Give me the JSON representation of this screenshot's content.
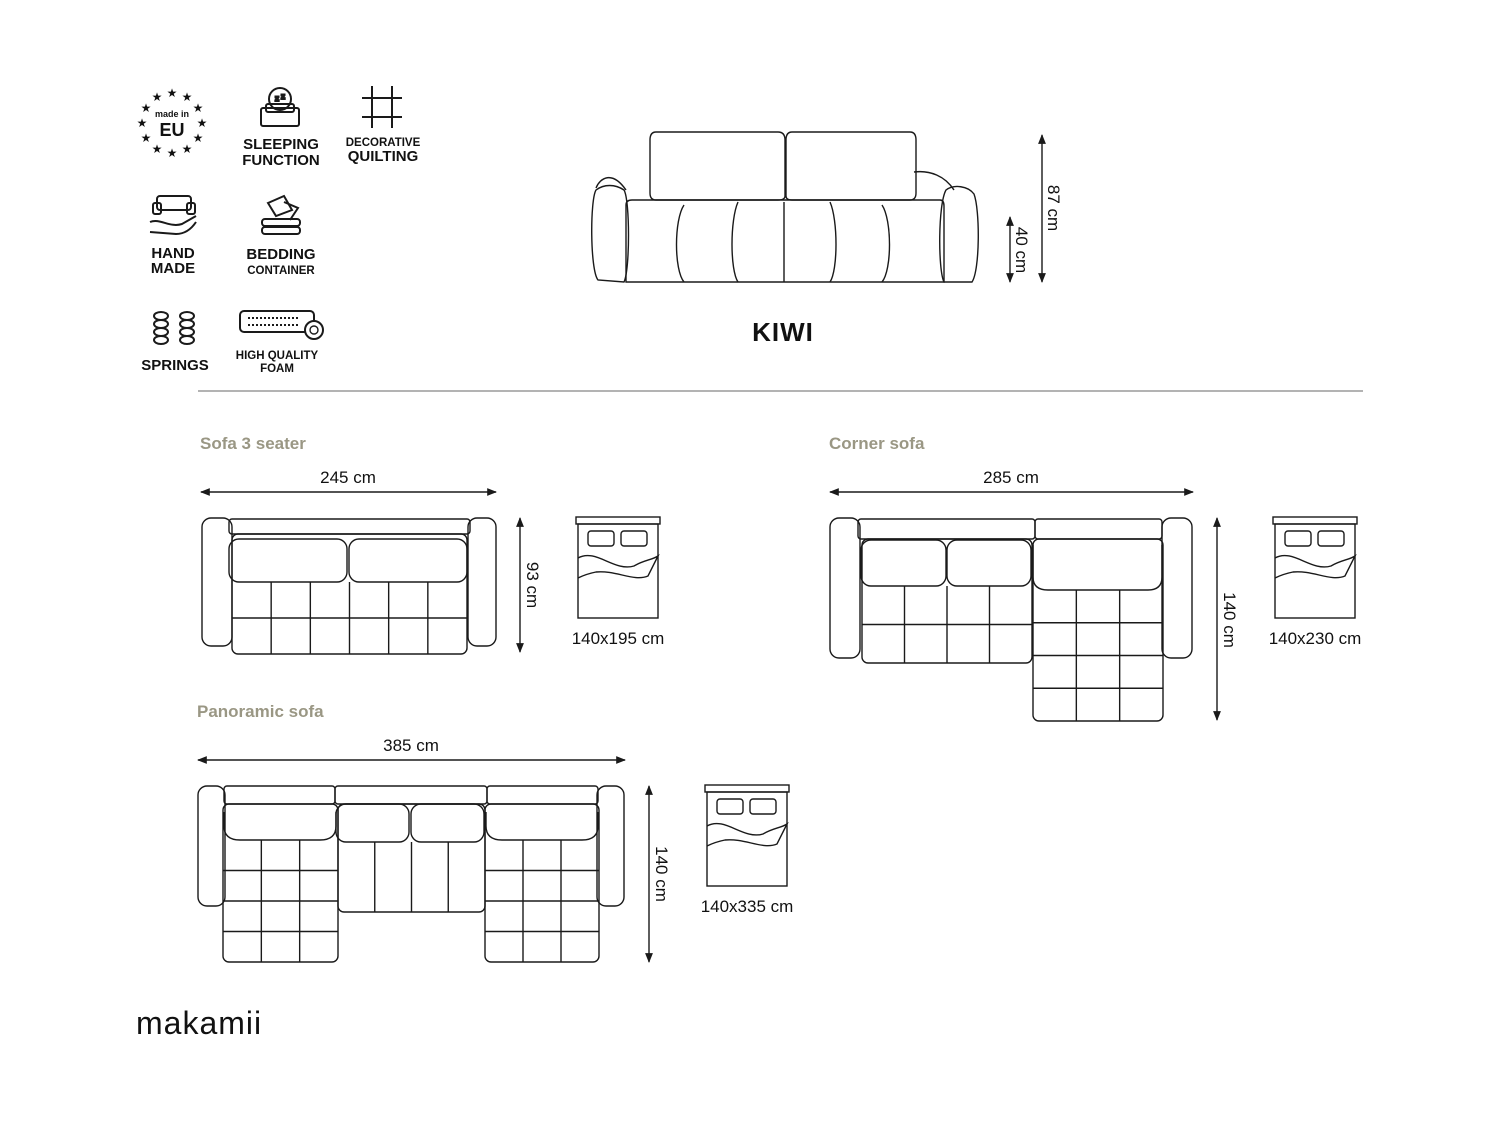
{
  "features": [
    {
      "name": "made-in-eu",
      "icon": "eu-stars-icon",
      "small": "made in",
      "big": "EU"
    },
    {
      "name": "sleeping-function",
      "icon": "sleeping-person-icon",
      "lines": [
        "SLEEPING",
        "FUNCTION"
      ]
    },
    {
      "name": "decorative-quilting",
      "icon": "quilting-stitch-icon",
      "lines": [
        "DECORATIVE",
        "QUILTING"
      ]
    },
    {
      "name": "hand-made",
      "icon": "hand-sofa-icon",
      "lines": [
        "HAND",
        "MADE"
      ]
    },
    {
      "name": "bedding-container",
      "icon": "bedding-stack-icon",
      "lines": [
        "BEDDING",
        "CONTAINER"
      ]
    },
    {
      "name": "springs",
      "icon": "springs-icon",
      "lines": [
        "SPRINGS"
      ]
    },
    {
      "name": "high-quality-foam",
      "icon": "foam-badge-icon",
      "lines": [
        "HIGH QUALITY",
        "FOAM"
      ]
    }
  ],
  "product": {
    "name": "KIWI",
    "total_height": "87 cm",
    "seat_height": "40 cm"
  },
  "variants": {
    "three_seater": {
      "label": "Sofa 3 seater",
      "width": "245 cm",
      "depth": "93 cm",
      "bed": "140x195 cm"
    },
    "corner": {
      "label": "Corner sofa",
      "width": "285 cm",
      "depth": "140 cm",
      "bed": "140x230 cm"
    },
    "panoramic": {
      "label": "Panoramic sofa",
      "width": "385 cm",
      "depth": "140 cm",
      "bed": "140x335 cm"
    }
  },
  "brand": {
    "logo": "makamii"
  },
  "colors": {
    "line": "#1a1a1a",
    "section_label": "#9a9784",
    "divider": "#9a9a9a"
  }
}
